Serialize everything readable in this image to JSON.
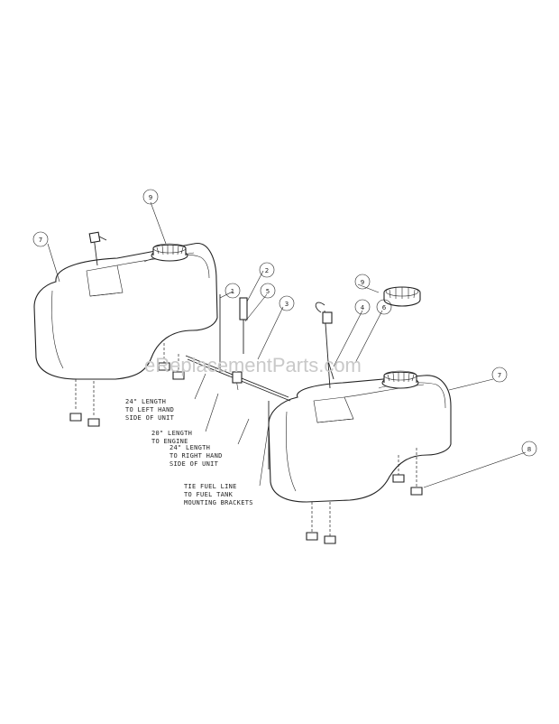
{
  "callouts": {
    "c1": "1",
    "c2": "2",
    "c3": "3",
    "c4": "4",
    "c5": "5",
    "c6": "6",
    "c7a": "7",
    "c7b": "7",
    "c8": "8",
    "c9a": "9",
    "c9b": "9"
  },
  "notes": {
    "left": [
      "24\" LENGTH",
      "TO LEFT HAND",
      "SIDE OF UNIT"
    ],
    "engine": [
      "20\" LENGTH",
      "TO ENGINE"
    ],
    "right": [
      "24\" LENGTH",
      "TO RIGHT HAND",
      "SIDE OF UNIT"
    ],
    "tie": [
      "TIE FUEL LINE",
      "TO FUEL TANK",
      "MOUNTING BRACKETS"
    ]
  },
  "watermark": "eReplacementParts.com"
}
